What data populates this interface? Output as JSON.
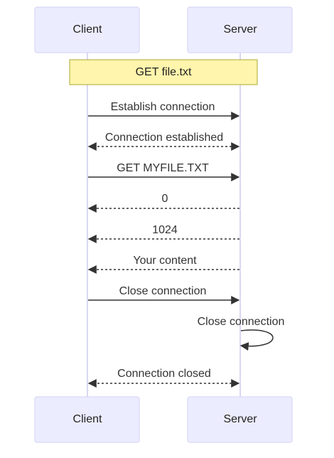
{
  "actors": [
    {
      "id": "client",
      "label": "Client"
    },
    {
      "id": "server",
      "label": "Server"
    }
  ],
  "note": {
    "text": "GET file.txt",
    "over": [
      "client",
      "server"
    ]
  },
  "messages": [
    {
      "from": "client",
      "to": "server",
      "text": "Establish connection",
      "style": "solid"
    },
    {
      "from": "server",
      "to": "client",
      "text": "Connection established",
      "style": "dotted",
      "bidirectional": true
    },
    {
      "from": "client",
      "to": "server",
      "text": "GET MYFILE.TXT",
      "style": "solid"
    },
    {
      "from": "server",
      "to": "client",
      "text": "0",
      "style": "dotted"
    },
    {
      "from": "server",
      "to": "client",
      "text": "1024",
      "style": "dotted"
    },
    {
      "from": "server",
      "to": "client",
      "text": "Your content",
      "style": "dotted"
    },
    {
      "from": "client",
      "to": "server",
      "text": "Close connection",
      "style": "solid"
    },
    {
      "from": "server",
      "to": "server",
      "text": "Close connection",
      "style": "solid"
    },
    {
      "from": "client",
      "to": "server",
      "text": "Connection closed",
      "style": "dotted",
      "bidirectional": true
    }
  ]
}
